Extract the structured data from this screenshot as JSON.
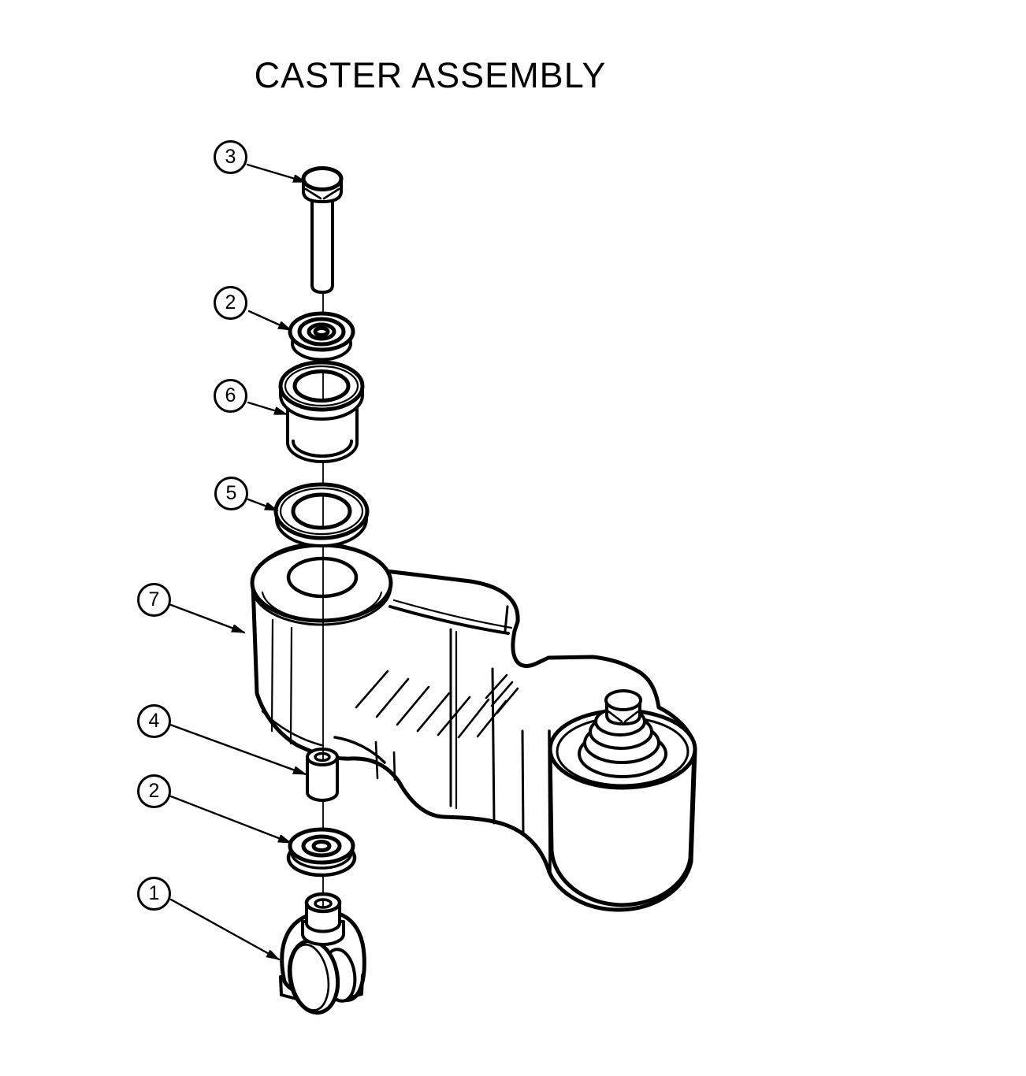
{
  "title": "CASTER ASSEMBLY",
  "colors": {
    "line": "#000000",
    "background": "#ffffff"
  },
  "callouts": [
    {
      "label": "3"
    },
    {
      "label": "2"
    },
    {
      "label": "6"
    },
    {
      "label": "5"
    },
    {
      "label": "7"
    },
    {
      "label": "4"
    },
    {
      "label": "2"
    },
    {
      "label": "1"
    }
  ]
}
